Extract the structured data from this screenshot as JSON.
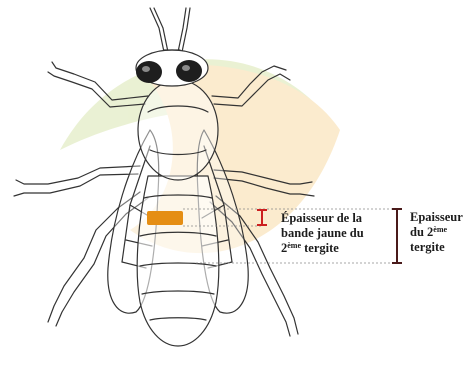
{
  "colors": {
    "outline": "#333333",
    "band_fill": "#e58e14",
    "band_marker": "#cc1f1f",
    "tergite_marker": "#4a1a1a",
    "guide_line": "#8a8a8a",
    "eye_fill": "#1e1e1e",
    "watermark_green": "#e8f0cf",
    "watermark_orange": "#fbe9c9"
  },
  "annotations": {
    "band_label": {
      "line1": "Épaisseur de la",
      "line2": "bande jaune du",
      "line3_pre": "2",
      "line3_sup": "ème",
      "line3_post": " tergite"
    },
    "tergite_label": {
      "line1": "Epaisseur",
      "line2_pre": "du 2",
      "line2_sup": "ème",
      "line3": "tergite"
    }
  }
}
